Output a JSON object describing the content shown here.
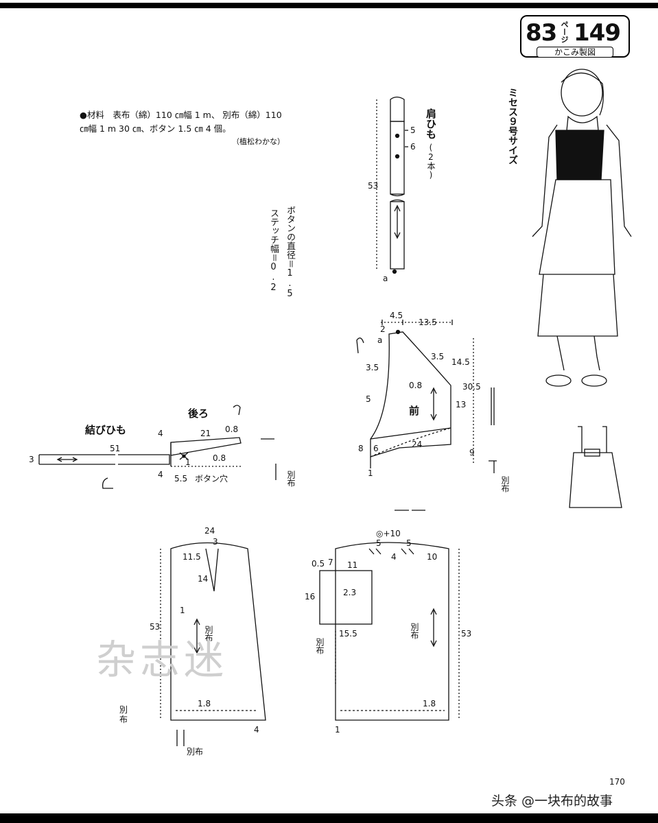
{
  "badge": {
    "left_number": "83",
    "page_word": "ページ",
    "right_number": "149",
    "caption": "かこみ製図"
  },
  "materials": {
    "line1": "●材料　表布（綿）110 ㎝幅 1 m、 別布（綿）110",
    "line2": "㎝幅 1 m 30 ㎝、ボタン 1.5 ㎝ 4 個。",
    "designer": "（植松わかな）"
  },
  "size_label": "ミセス９号サイズ",
  "button_note": {
    "diameter": "ボタンの直径＝1.5",
    "stitch": "ステッチ幅＝0.2"
  },
  "shoulder_strap": {
    "title": "肩ひも",
    "count": "(2本)",
    "length": "53",
    "d5": "5",
    "d6": "6",
    "mark_a": "a"
  },
  "front": {
    "title": "前",
    "d4_5": "4.5",
    "d13_5": "13.5",
    "d2": "2",
    "mark_a": "a",
    "d3_5a": "3.5",
    "d3_5b": "3.5",
    "d0_8": "0.8",
    "d14_5": "14.5",
    "d30_5": "30.5",
    "d5": "5",
    "d13": "13",
    "d8": "8",
    "d6": "6",
    "d24": "24",
    "d9": "9",
    "d1": "1",
    "separate_fabric": "別布"
  },
  "back": {
    "title": "後ろ",
    "d4a": "4",
    "d21": "21",
    "d0_8a": "0.8",
    "d0_8b": "0.8",
    "d1": "1",
    "d4b": "4",
    "d5_5": "5.5",
    "buttonhole": "ボタン穴",
    "separate_fabric": "別布"
  },
  "tie": {
    "title": "結びひも",
    "d3": "3",
    "d51": "51"
  },
  "skirt_back": {
    "d24": "24",
    "d3": "3",
    "d11_5": "11.5",
    "d14": "14",
    "d1": "1",
    "d53": "53",
    "grain": "別布",
    "d1_8": "1.8",
    "d4": "4",
    "separate_fabric_a": "別布",
    "separate_fabric_b": "別布"
  },
  "skirt_front": {
    "top": "◎+10",
    "d5a": "5",
    "d4": "4",
    "d5b": "5",
    "d10": "10",
    "d0_5": "0.5",
    "d7": "7",
    "d11": "11",
    "d2_3": "2.3",
    "d16": "16",
    "d15_5": "15.5",
    "grain": "別布",
    "pocket_grain": "別布",
    "d53": "53",
    "d1_8": "1.8",
    "d1": "1"
  },
  "watermark": "杂志迷",
  "page_number": "170",
  "footer_credit": "头条 @一块布的故事"
}
